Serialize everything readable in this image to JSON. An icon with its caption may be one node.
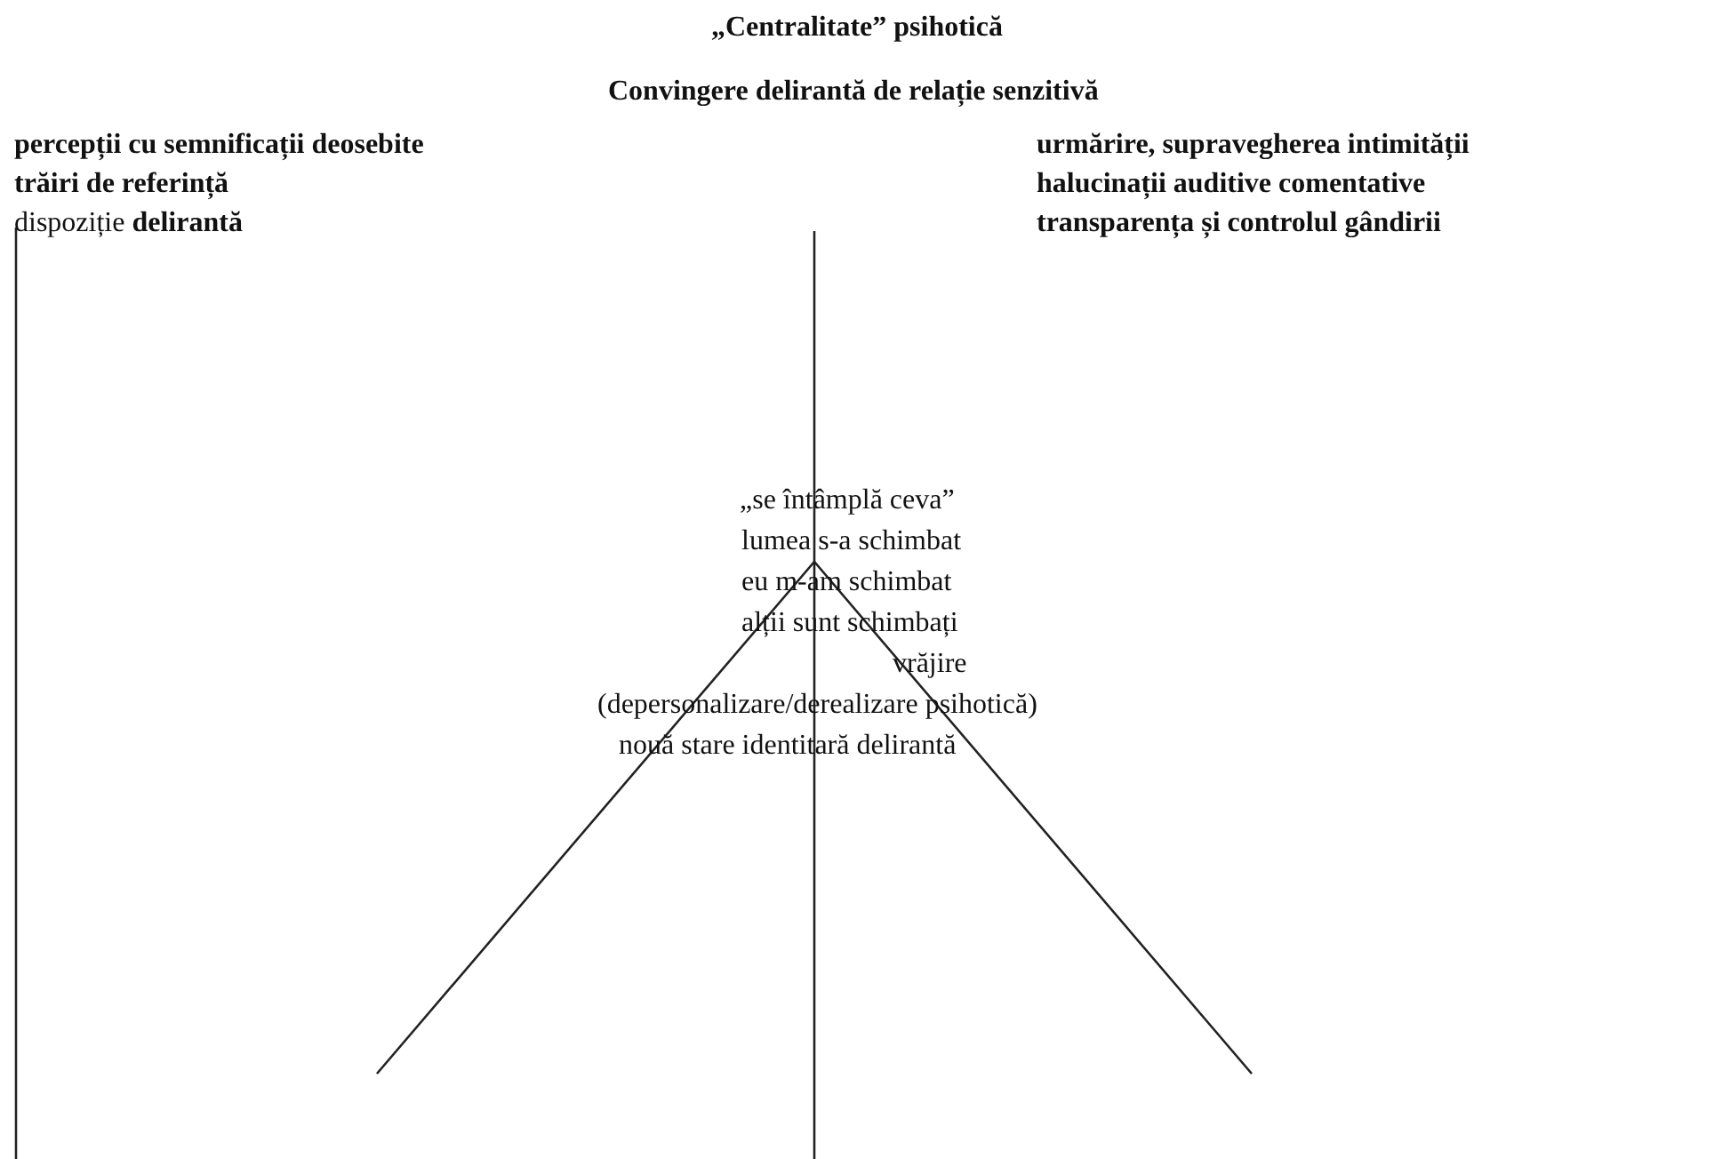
{
  "diagram": {
    "title": "„Centralitate” psihotică",
    "labels": [
      "Convingere delirantă de relație senzitivă",
      "percepții cu semnificații deosebite",
      "urmărire, supravegherea intimității",
      "trăiri de referință",
      "halucinații auditive comentative",
      "dispoziție **delirantă**",
      "transparența și controlul gândirii",
      "„se întâmplă ceva”",
      "lumea s-a schimbat",
      "eu m-am schimbat",
      "alții sunt schimbați",
      "vrăjire",
      "(depersonalizare/derealizare psihotică)",
      "nouă stare identitară delirantă"
    ]
  }
}
